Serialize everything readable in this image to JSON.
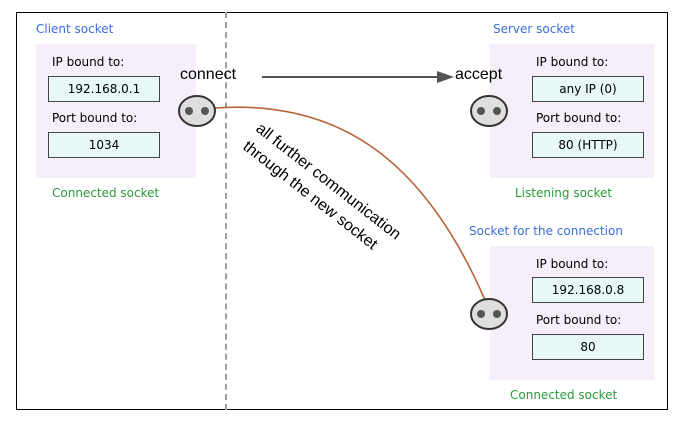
{
  "client": {
    "title": "Client socket",
    "ip_label": "IP bound to:",
    "ip_value": "192.168.0.1",
    "port_label": "Port bound to:",
    "port_value": "1034",
    "status": "Connected socket"
  },
  "server": {
    "title": "Server socket",
    "ip_label": "IP bound to:",
    "ip_value": "any IP (0)",
    "port_label": "Port bound to:",
    "port_value": "80 (HTTP)",
    "status": "Listening socket"
  },
  "connection": {
    "title": "Socket for the connection",
    "ip_label": "IP bound to:",
    "ip_value": "192.168.0.8",
    "port_label": "Port bound to:",
    "port_value": "80",
    "status": "Connected socket"
  },
  "labels": {
    "connect": "connect",
    "accept": "accept",
    "note_line1": "all further communication",
    "note_line2": "through the new socket"
  },
  "colors": {
    "title": "#3a6fd8",
    "status": "#2a9a3a",
    "panel": "#f6eef8",
    "value_box": "#e8f8f8",
    "curve": "#b5653a",
    "arrow": "#555555"
  }
}
